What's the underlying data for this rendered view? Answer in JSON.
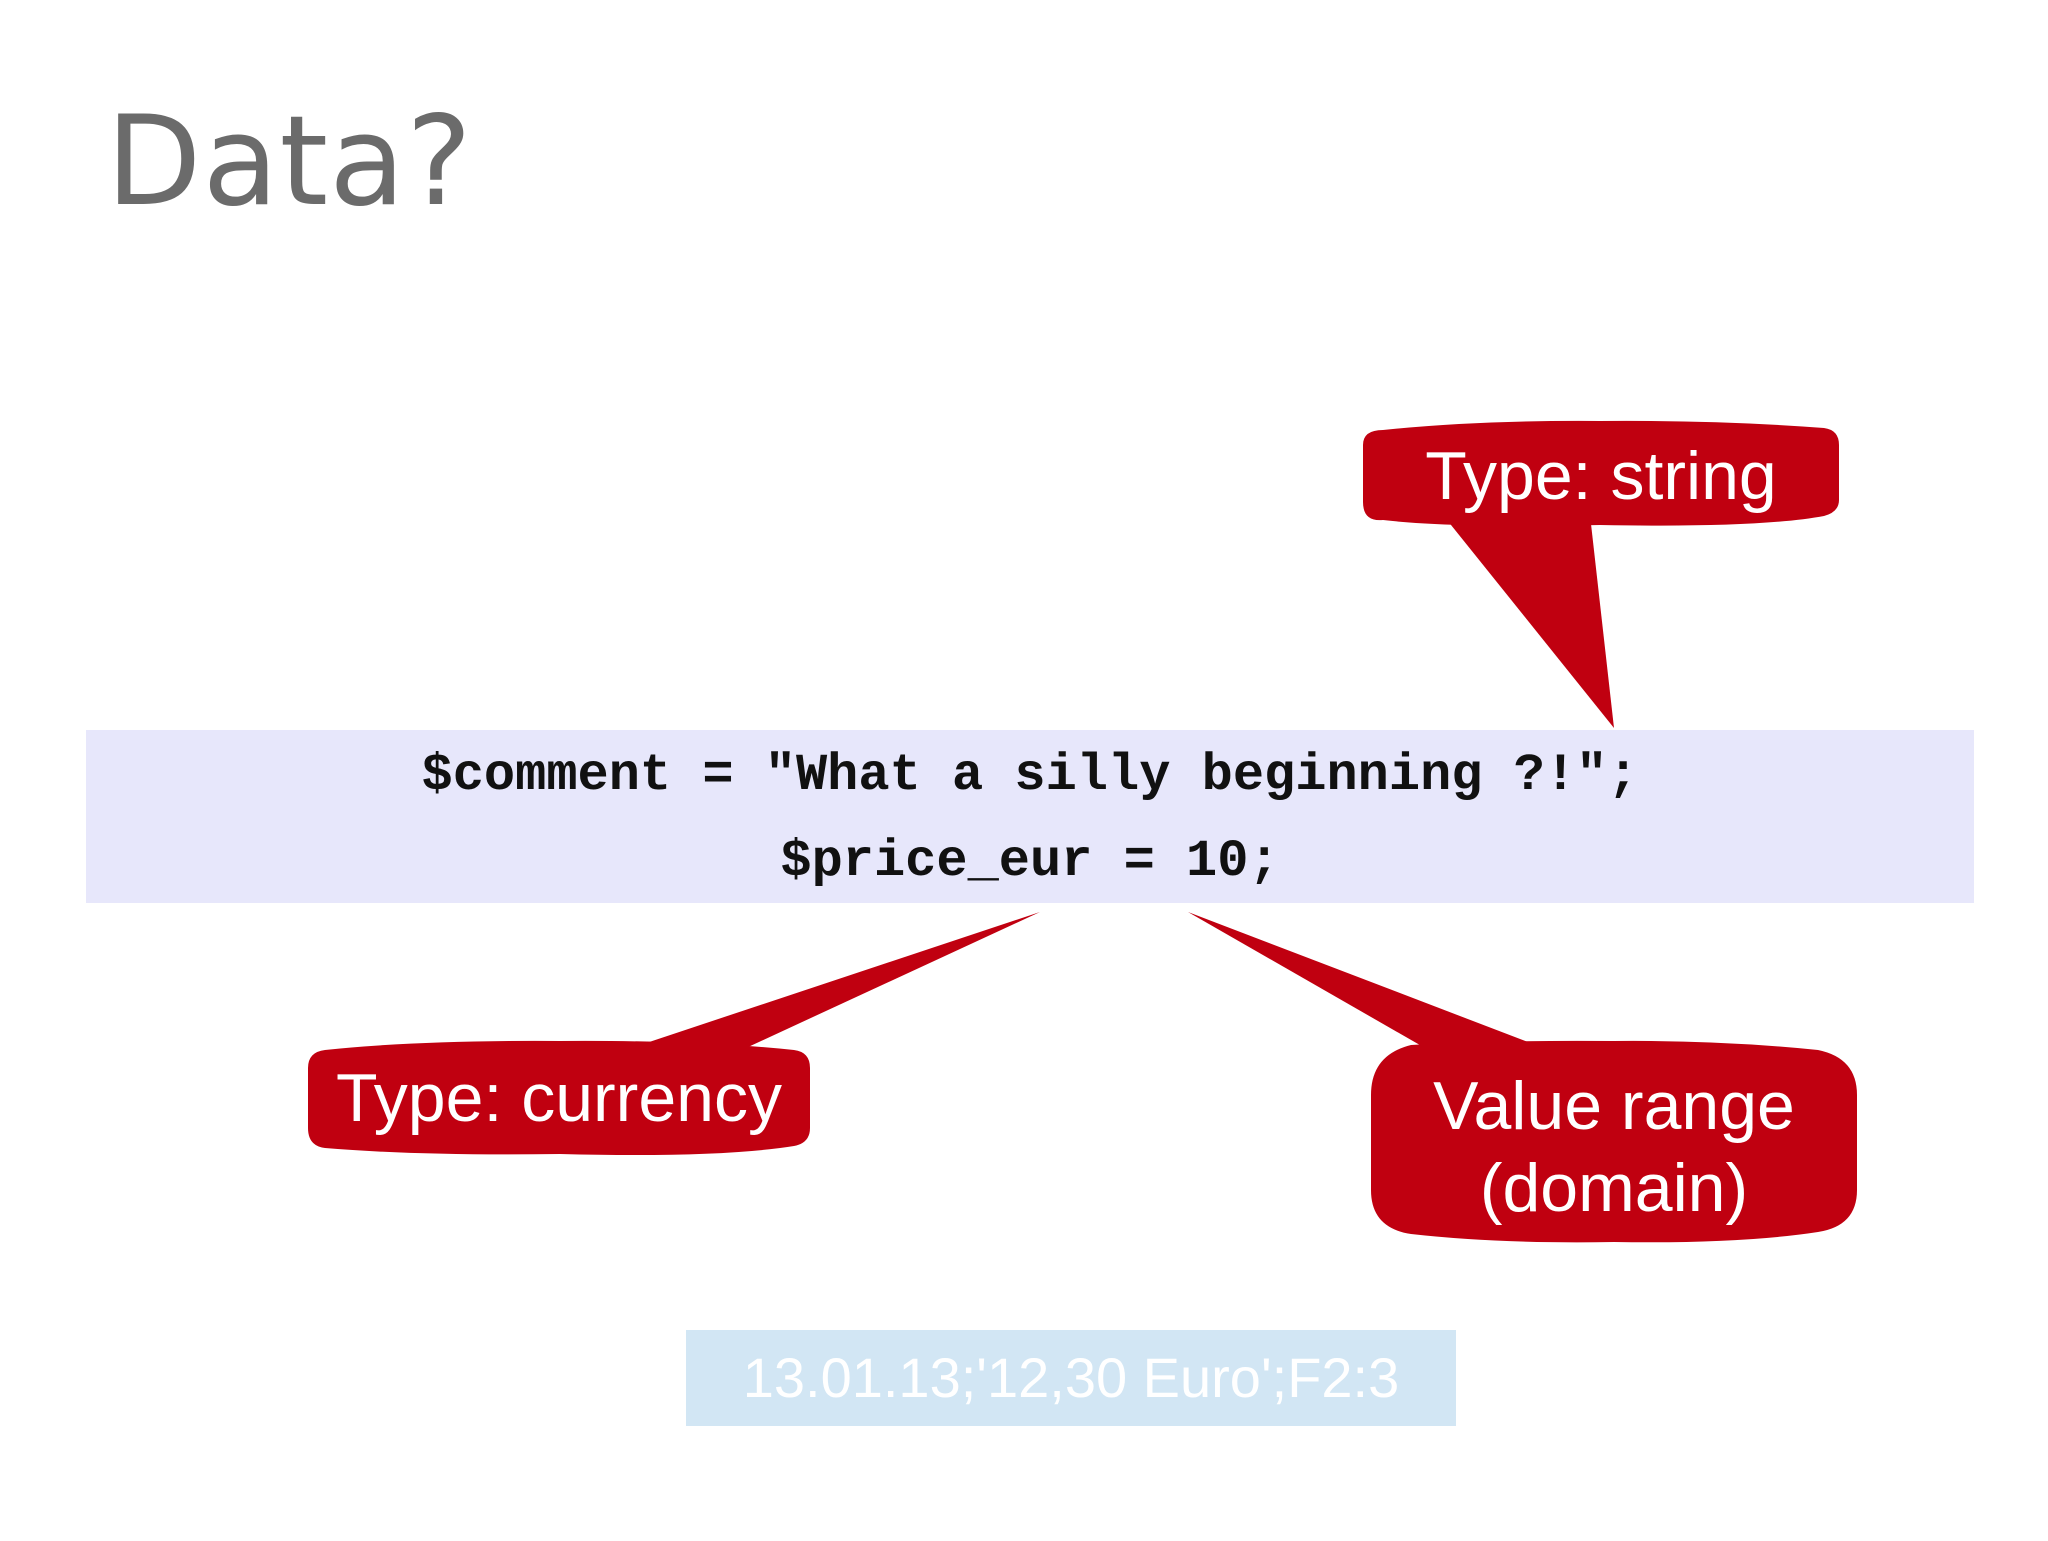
{
  "slide": {
    "title": "Data?",
    "code": {
      "line1": "$comment = \"What a silly beginning ?!\";",
      "line2": "$price_eur = 10;"
    },
    "callouts": {
      "string": "Type: string",
      "currency": "Type: currency",
      "range_line1": "Value range",
      "range_line2": "(domain)"
    },
    "csv_sample": "13.01.13;'12,30 Euro';F2:3",
    "colors": {
      "callout": "#c00010",
      "code_background": "#e7e7fb",
      "csv_background": "#d2e6f4",
      "title": "#6b6b6b"
    }
  }
}
